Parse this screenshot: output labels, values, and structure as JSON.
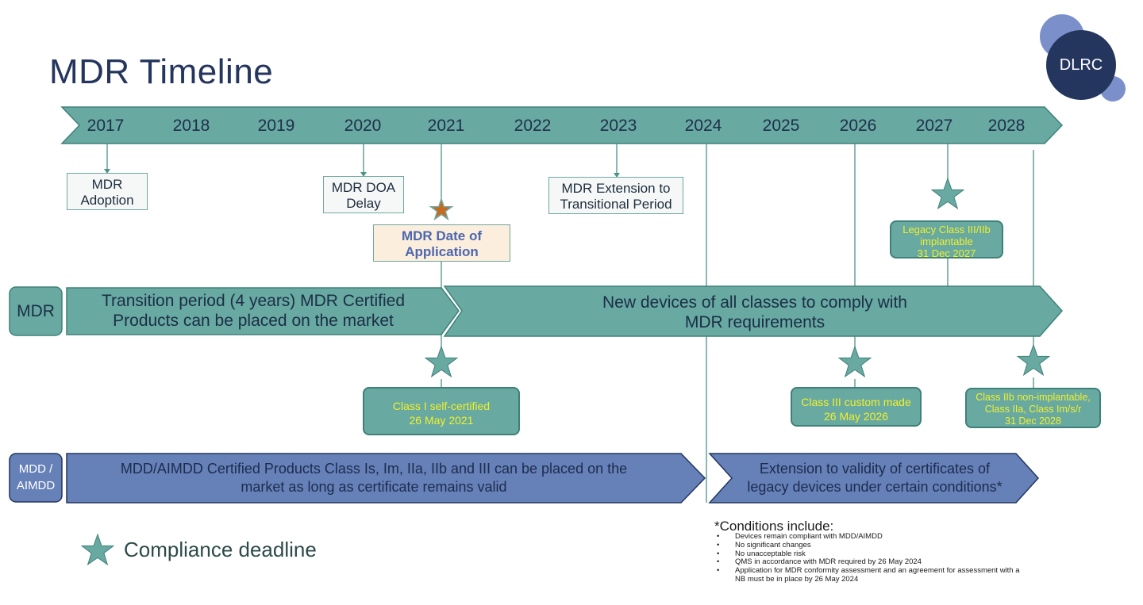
{
  "title": "MDR Timeline",
  "logo": {
    "text": "DLRC"
  },
  "years": [
    "2017",
    "2018",
    "2019",
    "2020",
    "2021",
    "2022",
    "2023",
    "2024",
    "2025",
    "2026",
    "2027",
    "2028"
  ],
  "milestones": {
    "mdr_adoption": "MDR\nAdoption",
    "mdr_doa_delay": "MDR DOA\nDelay",
    "mdr_date_of_application": "MDR Date of\nApplication",
    "mdr_extension": "MDR Extension to\nTransitional Period"
  },
  "mdr_row": {
    "label": "MDR",
    "transition_text": "Transition period (4 years) MDR Certified\nProducts can be placed on the market",
    "new_devices_text": "New devices of all classes to comply with\nMDR requirements"
  },
  "deadlines": {
    "legacy_class_iii": "Legacy Class III/IIb\nimplantable\n31 Dec 2027",
    "class_i": "Class I self-certified\n26 May 2021",
    "class_iii_custom": "Class III custom made\n26 May 2026",
    "class_iib_non_implantable": "Class IIb non-implantable,\nClass IIa, Class Im/s/r\n31 Dec 2028"
  },
  "mdd_row": {
    "label": "MDD /\nAIMDD",
    "certified_text": "MDD/AIMDD Certified Products Class Is, Im, IIa, IIb and III can be placed on the\nmarket as long as certificate remains valid",
    "extension_text": "Extension to validity of certificates of\nlegacy devices under certain conditions*"
  },
  "legend": {
    "text": "Compliance deadline"
  },
  "conditions": {
    "title": "*Conditions include:",
    "items": [
      "Devices remain compliant with MDD/AIMDD",
      "No significant changes",
      "No unacceptable risk",
      "QMS in accordance with MDR required by 26 May 2024",
      "Application for MDR conformity assessment and an agreement for assessment with a\nNB must be in place by 26 May 2024"
    ]
  },
  "colors": {
    "teal": "#68a9a2",
    "teal_dark": "#3f8179",
    "navy": "#24355e",
    "blue": "#6680b8",
    "deadline_text": "#f2f02a",
    "star_orange": "#c7691e"
  }
}
